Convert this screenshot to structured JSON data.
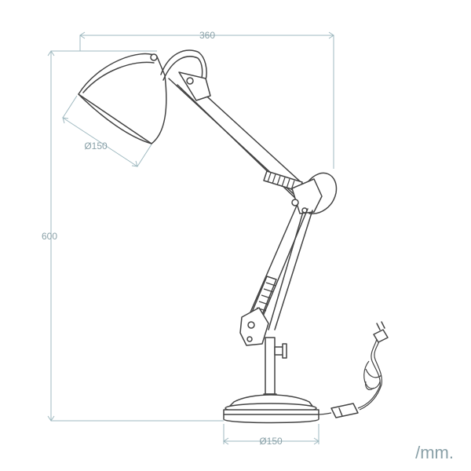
{
  "dimensions": {
    "width": "360",
    "height": "600",
    "shade_diameter": "Ø150",
    "base_diameter": "Ø150"
  },
  "unit_label": "/mm."
}
